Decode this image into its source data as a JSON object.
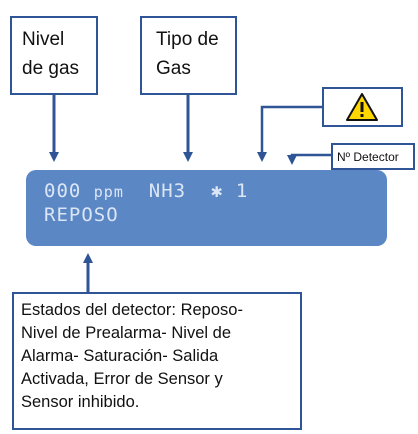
{
  "labels": {
    "nivel_de_gas": [
      "Nivel",
      "de gas"
    ],
    "tipo_de_gas": [
      "Tipo de",
      "Gas"
    ],
    "n_detector": "Nº Detector",
    "warning_icon": "warning-triangle"
  },
  "display": {
    "line1": {
      "concentration": "000",
      "unit": "ppm",
      "gas": "NH3",
      "alarm_symbol": "✱",
      "detector_number": "1"
    },
    "line2": "REPOSO"
  },
  "estados": {
    "lines": [
      "Estados del detector: Reposo-",
      "Nivel de Prealarma- Nivel de",
      "Alarma- Saturación- Salida",
      "Activada, Error de Sensor y",
      "Sensor inhibido."
    ]
  },
  "colors": {
    "box_border": "#2f5597",
    "arrow": "#2f5597",
    "lcd_background": "#5b87c4",
    "lcd_text": "#dbe6f5",
    "warning_fill": "#ffd700"
  }
}
